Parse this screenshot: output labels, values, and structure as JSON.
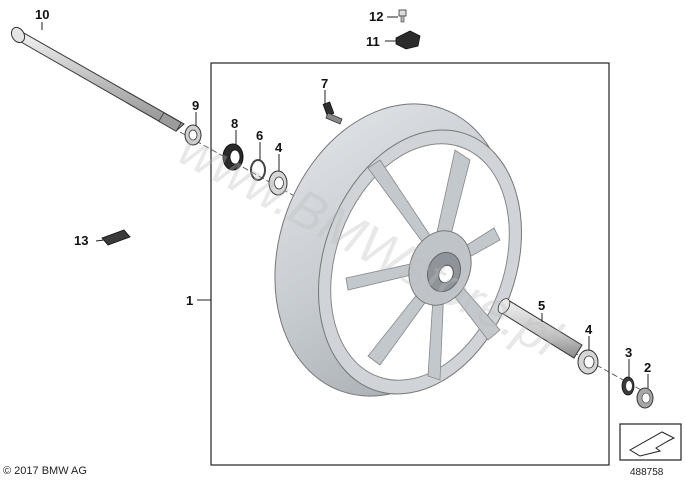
{
  "callouts": {
    "n1": "1",
    "n2": "2",
    "n3": "3",
    "n4a": "4",
    "n4b": "4",
    "n5": "5",
    "n6": "6",
    "n7": "7",
    "n8": "8",
    "n9": "9",
    "n10": "10",
    "n11": "11",
    "n12": "12",
    "n13": "13"
  },
  "footer": {
    "copyright": "© 2017 BMW AG",
    "diagram_id": "488758"
  },
  "watermark": {
    "text": "www.BMWstore.pl"
  },
  "colors": {
    "rim": "#c8cdd2",
    "rim_dark": "#9aa0a6",
    "line": "#222222",
    "part_dark": "#3a3a3a"
  }
}
